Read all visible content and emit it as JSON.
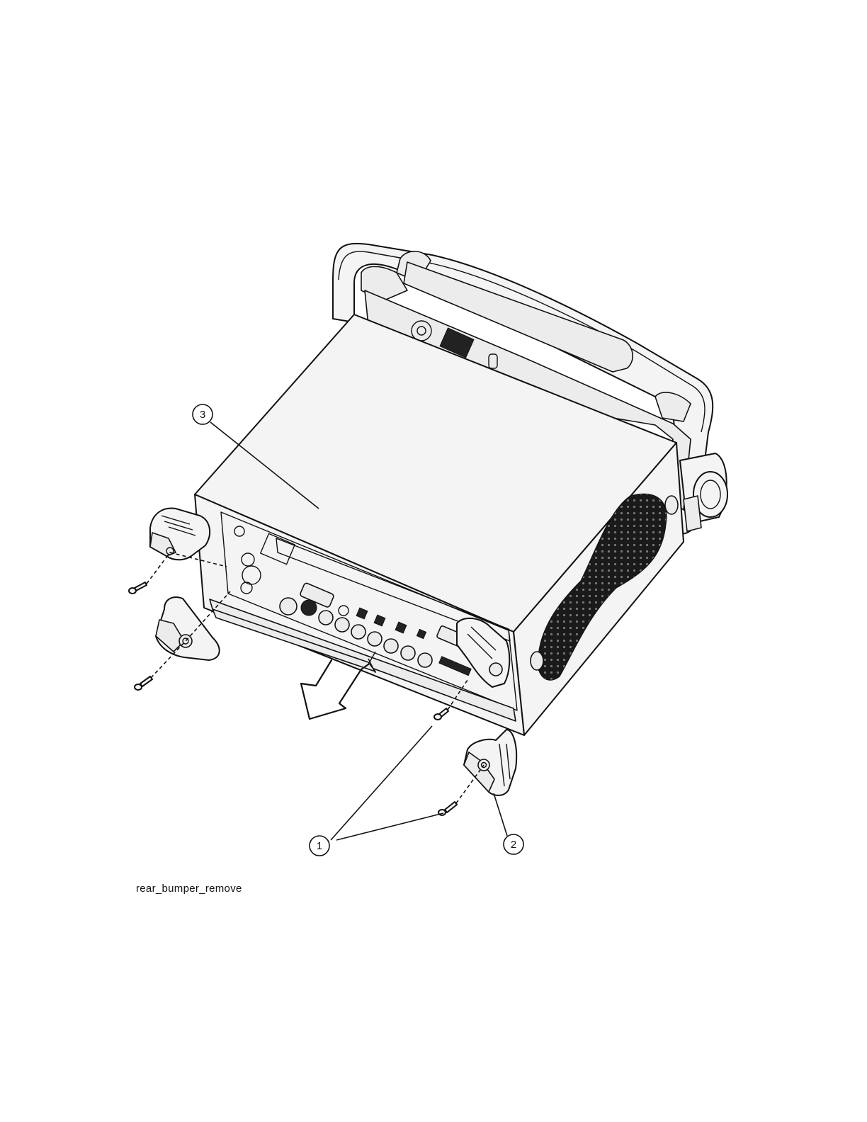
{
  "callouts": [
    {
      "id": "1",
      "label": "1"
    },
    {
      "id": "2",
      "label": "2"
    },
    {
      "id": "3",
      "label": "3"
    }
  ],
  "caption": "rear_bumper_remove"
}
